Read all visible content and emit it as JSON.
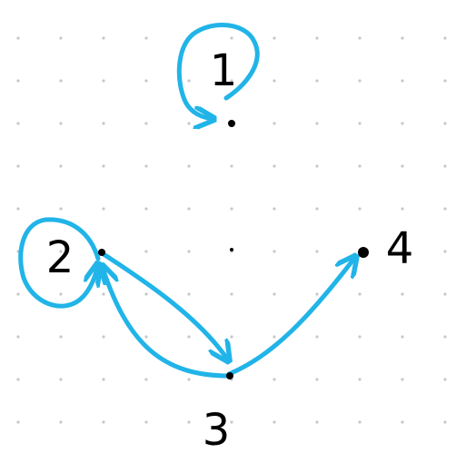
{
  "colors": {
    "background": "#ffffff",
    "grid_dot": "#c8c8c8",
    "edge": "#21b4e8",
    "node": "#000000"
  },
  "nodes": [
    {
      "id": "n1",
      "label": "1"
    },
    {
      "id": "n2",
      "label": "2"
    },
    {
      "id": "n3",
      "label": "3"
    },
    {
      "id": "n4",
      "label": "4"
    }
  ],
  "edges": [
    {
      "from": "1",
      "to": "1"
    },
    {
      "from": "2",
      "to": "2"
    },
    {
      "from": "2",
      "to": "3"
    },
    {
      "from": "3",
      "to": "2"
    },
    {
      "from": "3",
      "to": "4"
    }
  ]
}
